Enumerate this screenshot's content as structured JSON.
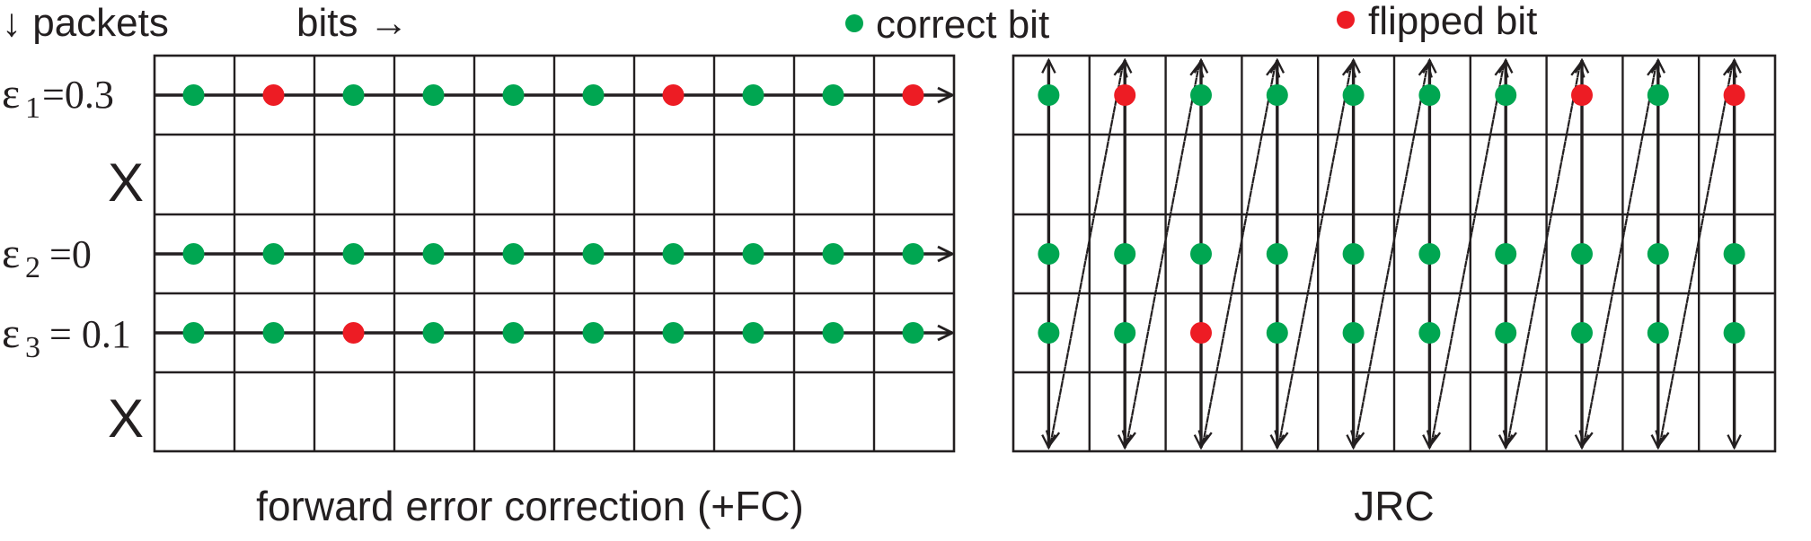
{
  "header": {
    "packets_label": "↓ packets",
    "bits_label": "bits →"
  },
  "legend": {
    "correct_label": "correct bit",
    "flipped_label": "flipped bit",
    "correct_color": "#00a651",
    "flipped_color": "#ed1c24"
  },
  "rows": [
    {
      "symbol": "ε",
      "sub": "1",
      "value": "=0.3",
      "bits": [
        1,
        0,
        1,
        1,
        1,
        1,
        0,
        1,
        1,
        0
      ],
      "erased": false
    },
    {
      "symbol": "X",
      "erased": true
    },
    {
      "symbol": "ε",
      "sub": "2",
      "value": "=0",
      "bits": [
        1,
        1,
        1,
        1,
        1,
        1,
        1,
        1,
        1,
        1
      ],
      "erased": false
    },
    {
      "symbol": "ε",
      "sub": "3",
      "value": "= 0.1",
      "bits": [
        1,
        1,
        0,
        1,
        1,
        1,
        1,
        1,
        1,
        1
      ],
      "erased": false
    },
    {
      "symbol": "X",
      "erased": true
    }
  ],
  "left_panel": {
    "caption": "forward error correction (+FC)",
    "columns": 10
  },
  "right_panel": {
    "caption": "JRC",
    "columns": 10,
    "bits": [
      [
        1,
        0,
        1,
        1,
        1,
        1,
        1,
        0,
        1,
        0
      ],
      null,
      [
        1,
        1,
        1,
        1,
        1,
        1,
        1,
        1,
        1,
        1
      ],
      [
        1,
        1,
        0,
        1,
        1,
        1,
        1,
        1,
        1,
        1
      ],
      null
    ]
  }
}
